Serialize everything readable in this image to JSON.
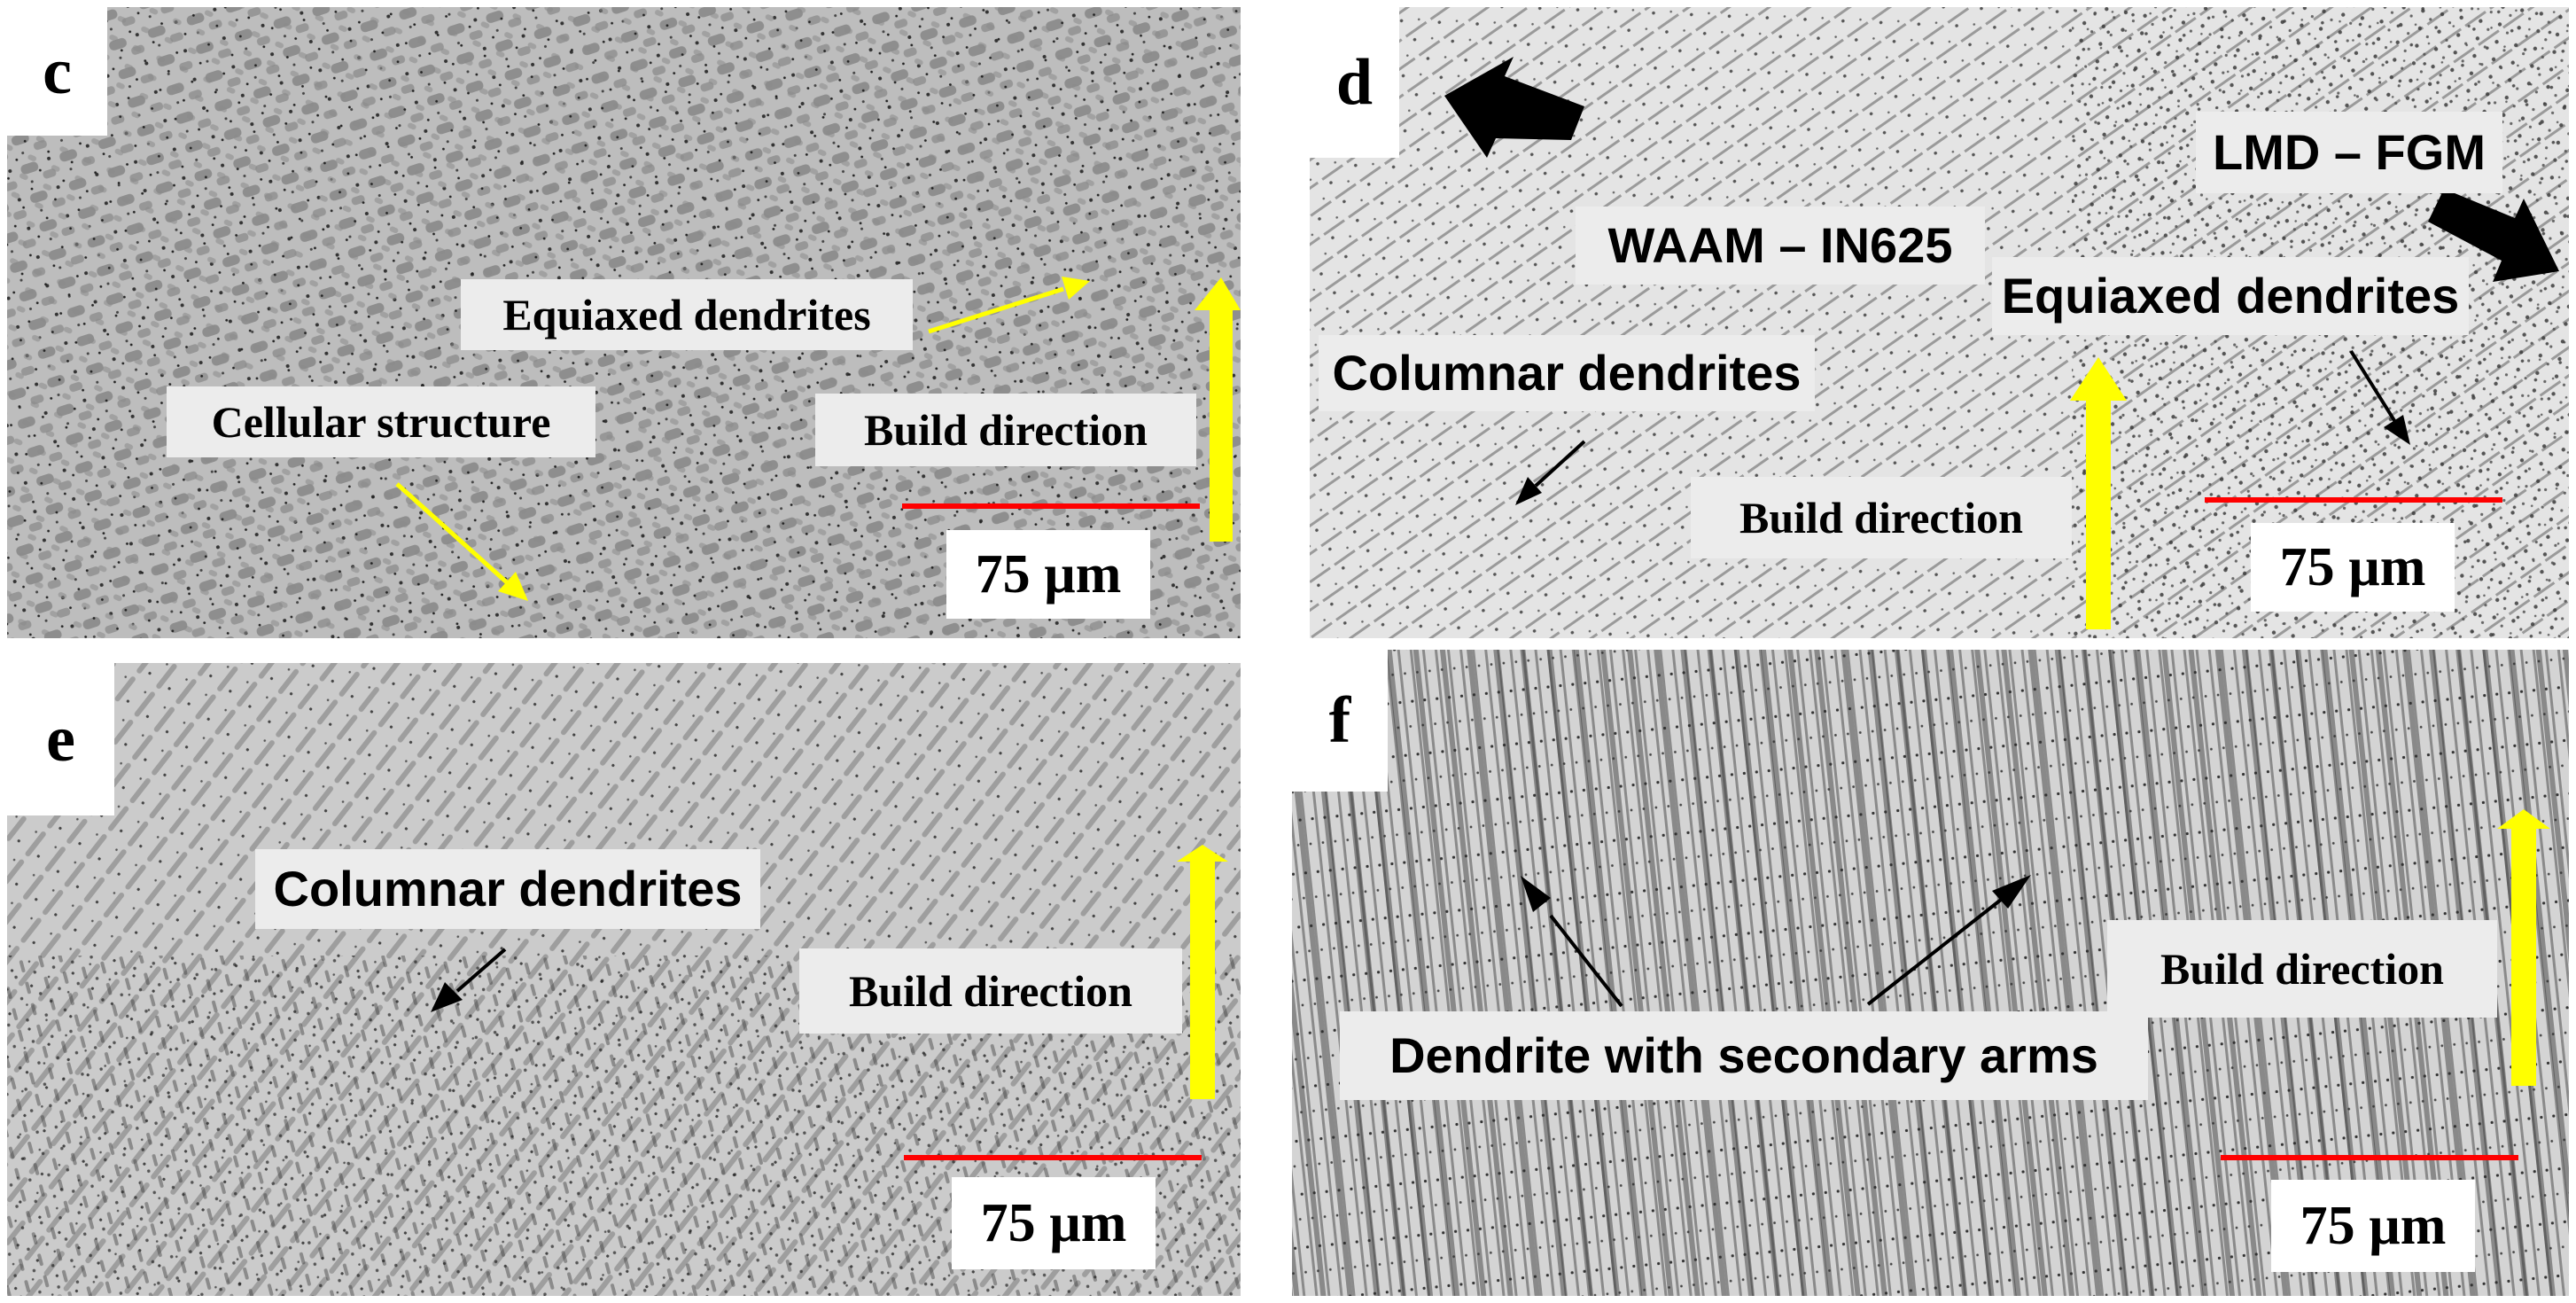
{
  "panels": {
    "c": {
      "letter": "c",
      "labels": {
        "equiaxed": "Equiaxed dendrites",
        "cellular": "Cellular structure",
        "build": "Build direction"
      },
      "scale": "75 µm"
    },
    "d": {
      "letter": "d",
      "labels": {
        "waam": "WAAM – IN625",
        "lmd": "LMD – FGM",
        "equiaxed": "Equiaxed dendrites",
        "columnar": "Columnar dendrites",
        "build": "Build direction"
      },
      "scale": "75 µm"
    },
    "e": {
      "letter": "e",
      "labels": {
        "columnar": "Columnar dendrites",
        "build": "Build direction"
      },
      "scale": "75 µm"
    },
    "f": {
      "letter": "f",
      "labels": {
        "dendrite_arms": "Dendrite with secondary arms",
        "build": "Build direction"
      },
      "scale": "75 µm"
    }
  },
  "colors": {
    "annotation_yellow": "#ffff00",
    "annotation_black": "#000000",
    "scale_bar_red": "#ff0000"
  }
}
